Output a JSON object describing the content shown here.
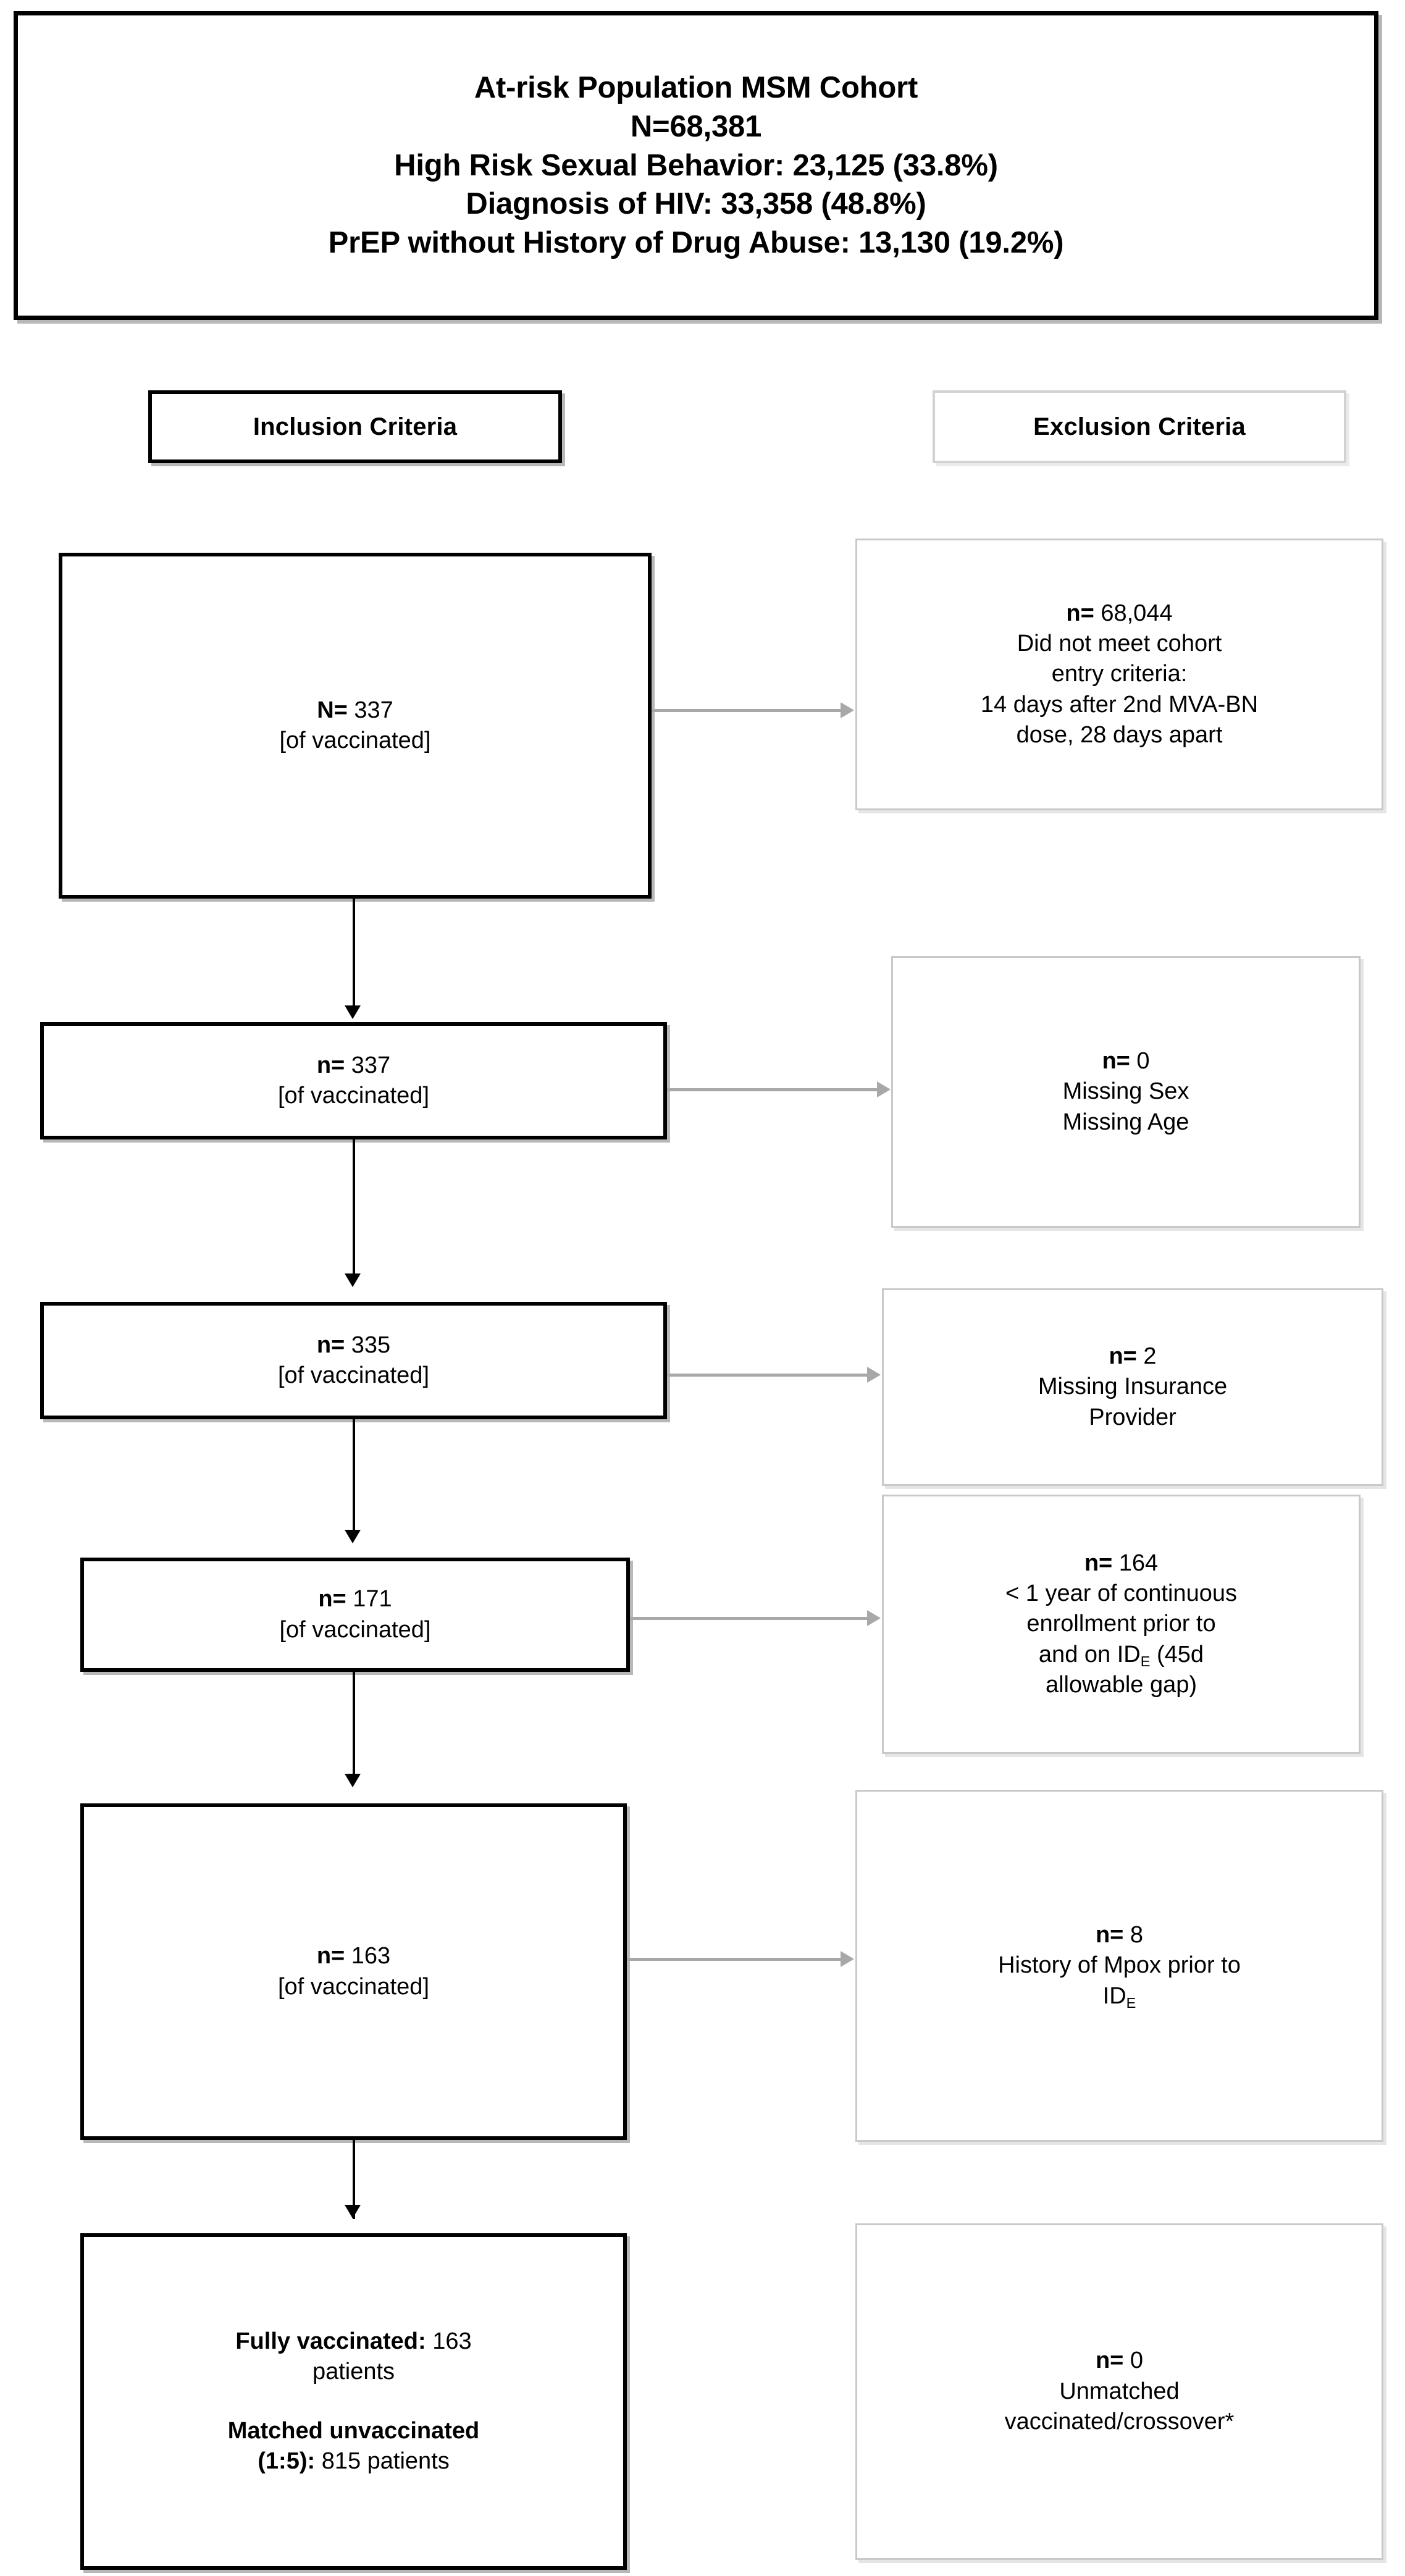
{
  "header": {
    "lines": [
      "At-risk Population MSM Cohort",
      "N=68,381",
      "High Risk Sexual Behavior: 23,125 (33.8%)",
      "Diagnosis of HIV: 33,358 (48.8%)",
      "PrEP without History of Drug Abuse: 13,130 (19.2%)"
    ]
  },
  "column_labels": {
    "inclusion": "Inclusion Criteria",
    "exclusion": "Exclusion Criteria"
  },
  "inclusion_boxes": [
    {
      "count_prefix": "N=",
      "count_value": " 337",
      "sub_label": "[of vaccinated]"
    },
    {
      "count_prefix": "n=",
      "count_value": " 337",
      "sub_label": "[of vaccinated]"
    },
    {
      "count_prefix": "n=",
      "count_value": " 335",
      "sub_label": "[of vaccinated]"
    },
    {
      "count_prefix": "n=",
      "count_value": " 171",
      "sub_label": "[of vaccinated]"
    },
    {
      "count_prefix": "n=",
      "count_value": " 163",
      "sub_label": "[of vaccinated]"
    }
  ],
  "final_box": {
    "line1_bold": "Fully vaccinated:",
    "line1_rest": " 163",
    "line2": "patients",
    "line3_bold": "Matched unvaccinated",
    "line4_bold": "(1:5):",
    "line4_rest": " 815 patients"
  },
  "exclusion_boxes": [
    {
      "count_prefix": "n=",
      "count_value": " 68,044",
      "text_lines": [
        "Did not meet cohort",
        "entry criteria:",
        "14 days after 2nd MVA-BN",
        "dose, 28 days apart"
      ]
    },
    {
      "count_prefix": "n=",
      "count_value": " 0",
      "text_lines": [
        "Missing Sex",
        "Missing Age"
      ]
    },
    {
      "count_prefix": "n=",
      "count_value": " 2",
      "text_lines": [
        "Missing Insurance",
        "Provider"
      ]
    },
    {
      "count_prefix": "n=",
      "count_value": " 164",
      "text_lines": [
        "< 1 year of continuous",
        "enrollment prior to",
        "and on ID_E (45d",
        "allowable gap)"
      ]
    },
    {
      "count_prefix": "n=",
      "count_value": " 8",
      "text_lines": [
        "History of Mpox prior to",
        "ID_E"
      ]
    },
    {
      "count_prefix": "n=",
      "count_value": " 0",
      "text_lines": [
        "Unmatched",
        "vaccinated/crossover*"
      ]
    }
  ],
  "colors": {
    "inclusion_border": "#000000",
    "exclusion_border": "#c9c9c9",
    "arrow_vertical": "#000000",
    "arrow_horizontal": "#a8a8a8",
    "background": "#ffffff"
  }
}
